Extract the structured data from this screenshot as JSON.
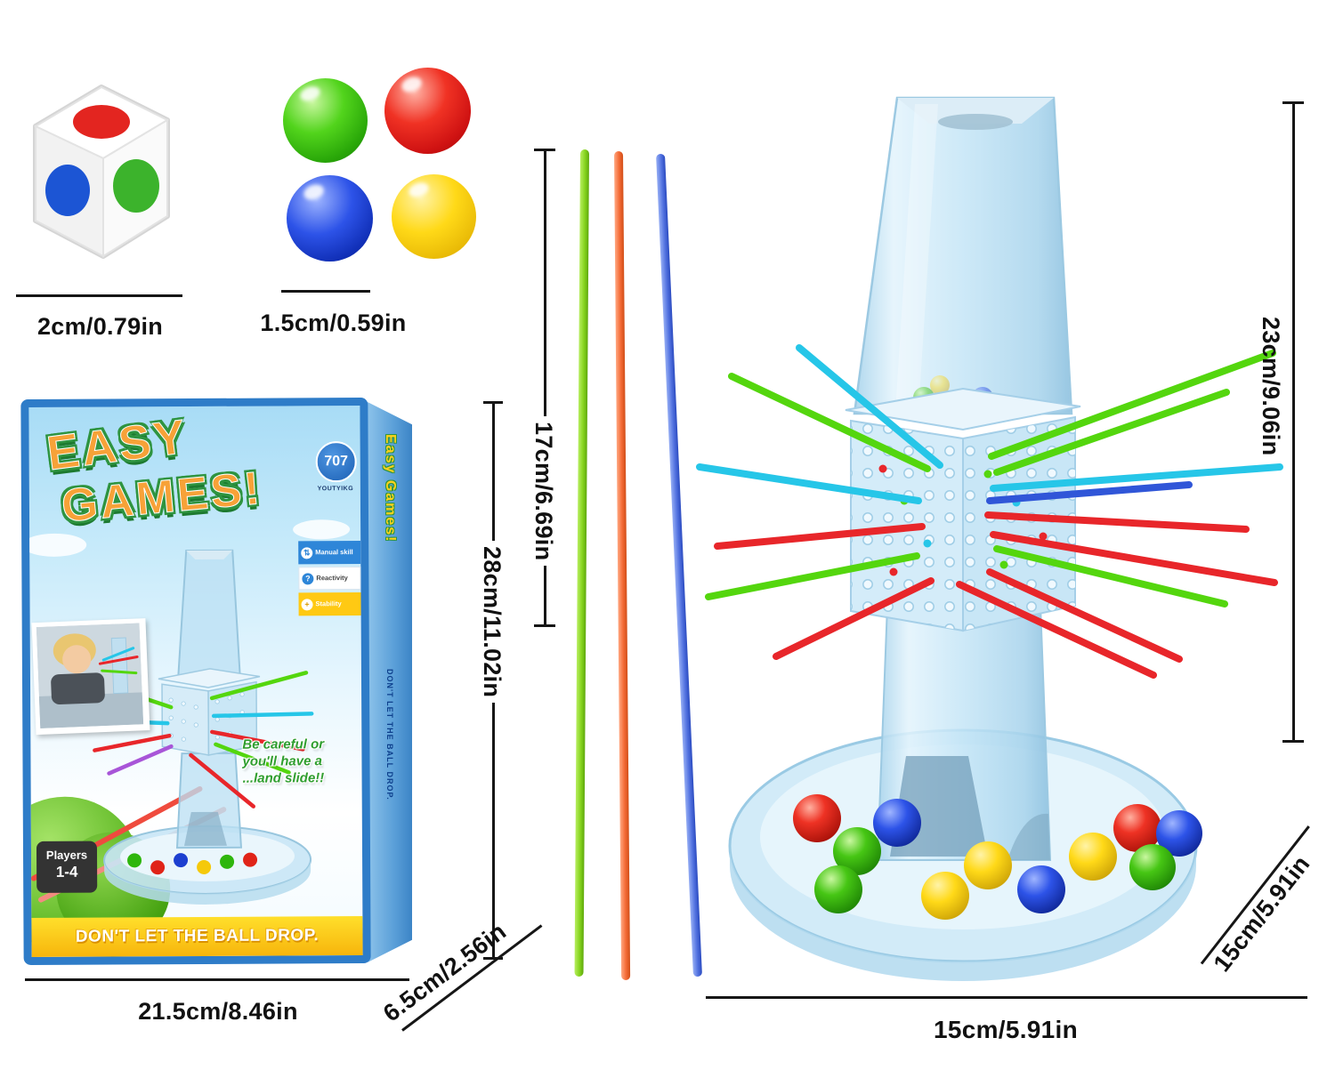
{
  "dimensions": {
    "dice": "2cm/0.79in",
    "ball": "1.5cm/0.59in",
    "box_width": "21.5cm/8.46in",
    "box_height": "28cm/11.02in",
    "box_depth": "6.5cm/2.56in",
    "stick": "17cm/6.69in",
    "tower_height": "23cm/9.06in",
    "base_depth": "15cm/5.91in",
    "base_width": "15cm/5.91in"
  },
  "box": {
    "title_line1": "EASY",
    "title_line2": "GAMES!",
    "brand": "707",
    "brand_sub": "YOUTYIKG",
    "features": [
      {
        "label": "Manual skill",
        "icon": "⇅"
      },
      {
        "label": "Reactivity",
        "icon": "?"
      },
      {
        "label": "Stability",
        "icon": "+"
      }
    ],
    "caution_line1": "Be careful or",
    "caution_line2": "you'll have a",
    "caution_line3": "...land slide!!",
    "players_title": "Players",
    "players_range": "1-4",
    "tagline": "DON'T LET THE BALL DROP.",
    "side_title": "Easy Games!",
    "side_tagline": "DON'T LET THE BALL DROP."
  },
  "colors": {
    "box_border_blue": "#2e7cc8",
    "strip_yellow": "#ffd200",
    "title_orange": "#f7a238",
    "title_outline_green": "#2e9440",
    "caution_green": "#2f9e2f",
    "stick_green": "#7ed321",
    "stick_orange": "#f4703a",
    "stick_blue": "#4a6fe8",
    "kerplunk_green": "#54d60e",
    "kerplunk_red": "#e8262a",
    "kerplunk_cyan": "#26c6e8",
    "ball_green": "#2ebc0f",
    "ball_red": "#e01818",
    "ball_blue": "#1a3fd4",
    "ball_yellow": "#ffd918",
    "tower_blue": "#bfe0f2",
    "dimension_text": "#111111"
  }
}
